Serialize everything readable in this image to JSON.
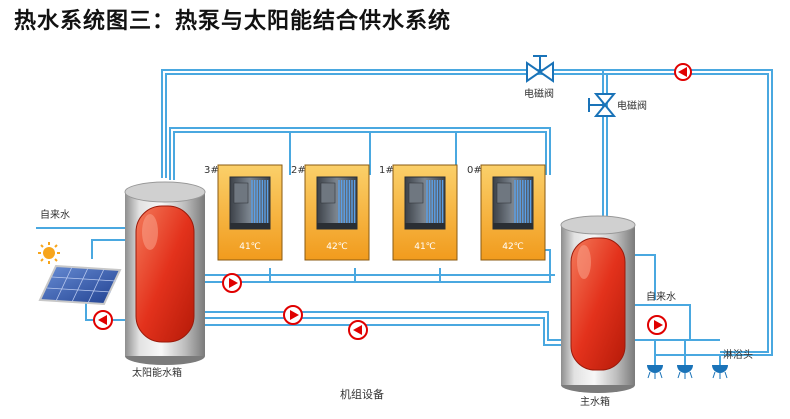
{
  "title": "热水系统图三：热泵与太阳能结合供水系统",
  "labels": {
    "valve_top": "电磁阀",
    "valve_right": "电磁阀",
    "cold_water_left": "自来水",
    "cold_water_right": "自来水",
    "solar_tank": "太阳能水箱",
    "main_tank": "主水箱",
    "unit_group": "机组设备",
    "shower": "淋浴头"
  },
  "units": [
    {
      "id": "3#",
      "temp": "41℃"
    },
    {
      "id": "2#",
      "temp": "42℃"
    },
    {
      "id": "1#",
      "temp": "41℃"
    },
    {
      "id": "0#",
      "temp": "42℃"
    }
  ],
  "colors": {
    "pipe": "#4aa8e0",
    "unit_panel": "#f5a623",
    "tank_red": "#e3321c",
    "pump_red": "#e00000"
  }
}
